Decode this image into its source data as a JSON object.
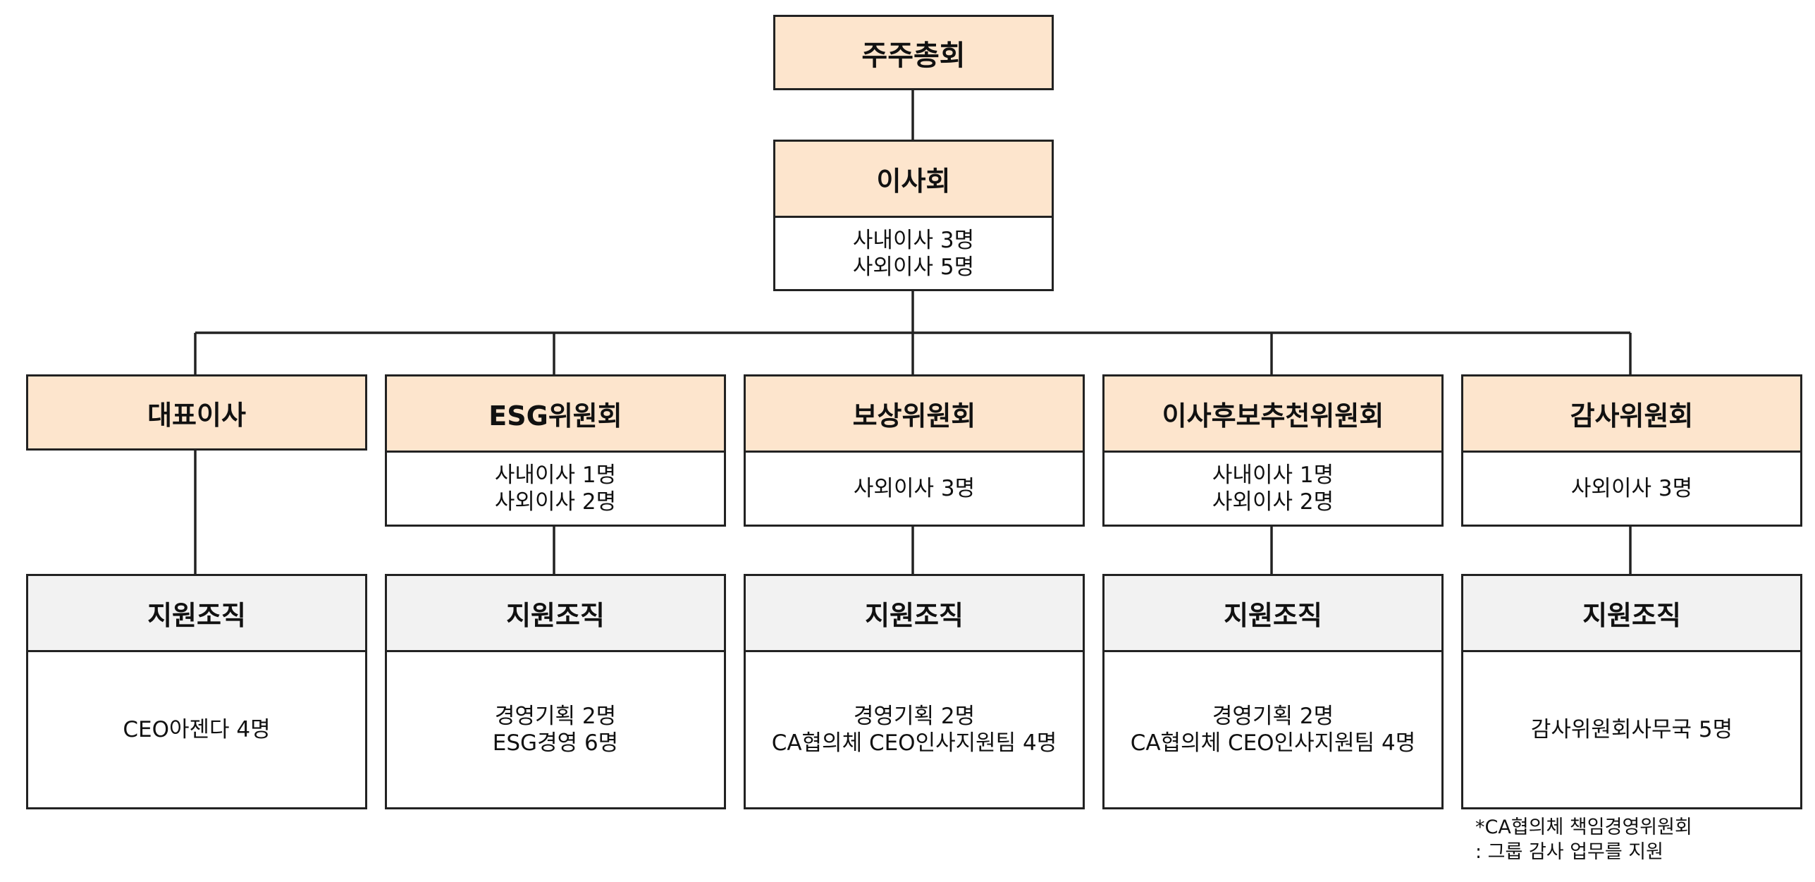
{
  "shareholders": {
    "title": "주주총회"
  },
  "board": {
    "title": "이사회",
    "lines": [
      "사내이사 3명",
      "사외이사 5명"
    ]
  },
  "committees": [
    {
      "title": "대표이사",
      "lines": []
    },
    {
      "title": "ESG위원회",
      "lines": [
        "사내이사 1명",
        "사외이사 2명"
      ]
    },
    {
      "title": "보상위원회",
      "lines": [
        "사외이사 3명"
      ]
    },
    {
      "title": "이사후보추천위원회",
      "lines": [
        "사내이사 1명",
        "사외이사 2명"
      ]
    },
    {
      "title": "감사위원회",
      "lines": [
        "사외이사 3명"
      ]
    }
  ],
  "support": [
    {
      "title": "지원조직",
      "lines": [
        "CEO아젠다 4명"
      ]
    },
    {
      "title": "지원조직",
      "lines": [
        "경영기획 2명",
        "ESG경영 6명"
      ]
    },
    {
      "title": "지원조직",
      "lines": [
        "경영기획 2명",
        "CA협의체 CEO인사지원팀 4명"
      ]
    },
    {
      "title": "지원조직",
      "lines": [
        "경영기획 2명",
        "CA협의체 CEO인사지원팀 4명"
      ]
    },
    {
      "title": "지원조직",
      "lines": [
        "감사위원회사무국 5명"
      ]
    }
  ],
  "footnote": {
    "line1": "*CA협의체 책임경영위원회",
    "line2": ": 그룹 감사 업무를 지원"
  },
  "colors": {
    "header_peach": "#fde5cd",
    "header_grey": "#f2f2f2",
    "border": "#222222"
  }
}
